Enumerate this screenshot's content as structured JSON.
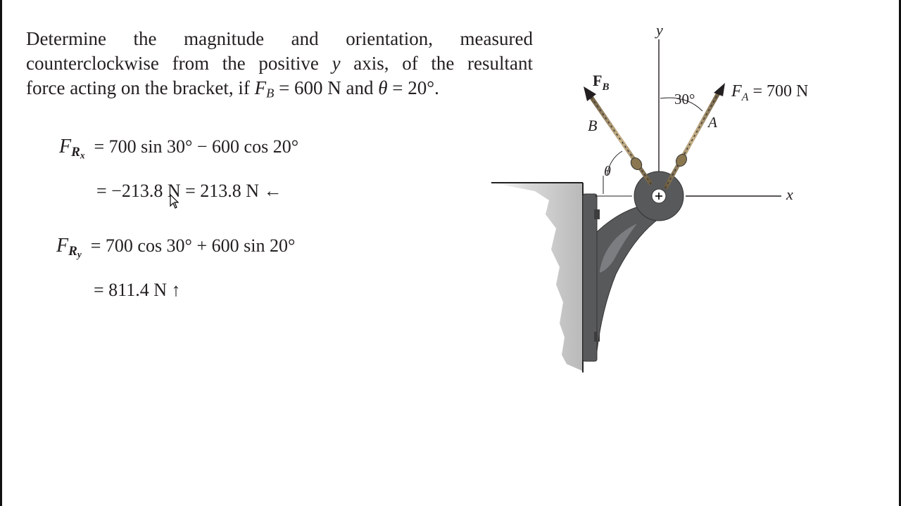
{
  "problem": {
    "line1": "Determine the magnitude and orientation, measured",
    "line2_a": "counterclockwise from the positive ",
    "line2_var": "y",
    "line2_b": " axis, of the resultant",
    "line3_a": "force acting on the bracket, if ",
    "line3_F": "F",
    "line3_sub": "B",
    "line3_b": " = 600 N and ",
    "line3_theta": "θ",
    "line3_c": " = 20°."
  },
  "solution": {
    "frx_symbol": "F",
    "frx_sub": "R",
    "frx_subsub": "x",
    "frx_expr": "=  700 sin 30°  −  600 cos 20°",
    "frx_result": "=  −213.8 N  =  213.8 N ←",
    "fry_symbol": "F",
    "fry_sub": "R",
    "fry_subsub": "y",
    "fry_expr": "=  700 cos 30°  +  600 sin 20°",
    "fry_result": "=  811.4 N ↑"
  },
  "diagram": {
    "y_axis": "y",
    "x_axis": "x",
    "fb_label_F": "F",
    "fb_label_sub": "B",
    "point_b": "B",
    "point_a": "A",
    "theta": "θ",
    "angle_30": "30°",
    "fa_label_F": "F",
    "fa_label_sub": "A",
    "fa_label_value": " = 700 N"
  }
}
